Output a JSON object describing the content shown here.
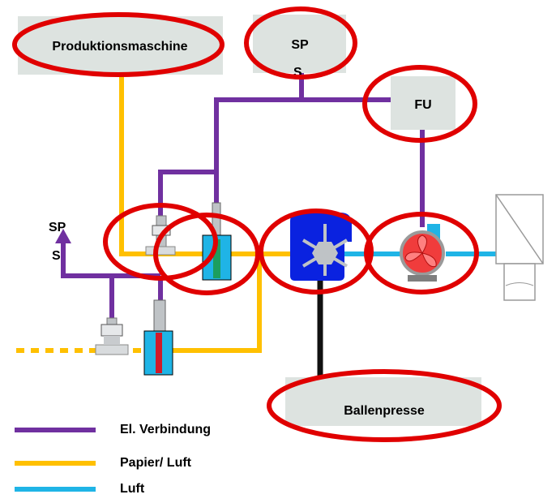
{
  "colors": {
    "electrical": "#7030A0",
    "paper_air": "#FFC000",
    "air": "#1FB4E6",
    "box_fill": "#DDE3E0",
    "highlight_ring": "#E00000",
    "shredder_blue": "#0A22E0",
    "fan_red": "#F03C3C",
    "black_line": "#111111"
  },
  "components": {
    "production_machine": "Produktionsmaschine",
    "sps_top_line1": "SP",
    "sps_top_line2": "S",
    "fu": "FU",
    "baler": "Ballenpresse",
    "sps_left_line1": "SP",
    "sps_left_line2": "S"
  },
  "legend": [
    {
      "label": "El. Verbindung",
      "color": "#7030A0"
    },
    {
      "label": "Papier/ Luft",
      "color": "#FFC000"
    },
    {
      "label": "Luft",
      "color": "#1FB4E6"
    }
  ],
  "icons": {
    "shredder": "shredder-icon",
    "fan": "fan-icon",
    "separator": "cyclone-separator-icon",
    "sensor": "pressure-sensor-icon",
    "damper": "damper-valve-icon"
  }
}
